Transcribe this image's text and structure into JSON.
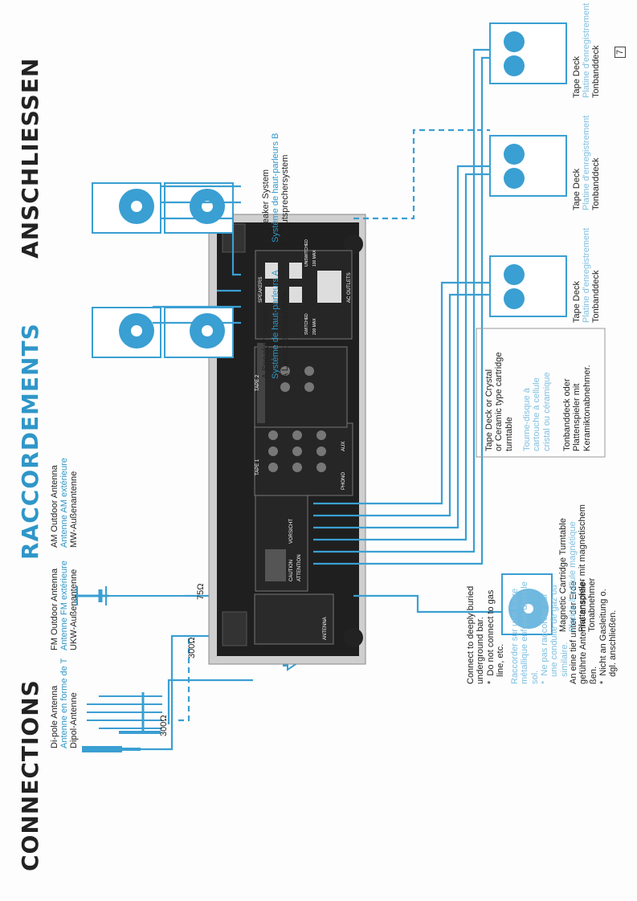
{
  "page_number": "7",
  "titles": {
    "en": "CONNECTIONS",
    "fr": "RACCORDEMENTS",
    "de": "ANSCHLIESSEN"
  },
  "ground_note": {
    "en": "Connect to deeply buried\nunderground bar.\n*  Do not connect to gas\n   line, etc.",
    "fr": "Raccorder sur une barre\nmétallique enfouie dans le\nsol.\n*  Ne pas raccorder sur\n   une conduite de gaz ou\n   similaire.",
    "de": "An eine tief unter der Erde\ngeführte Antenne anschlie-\nßen.\n*  Nicht an Gasleitung o.\n   dgl. anschließen."
  },
  "dipole": {
    "en": "Di-pole Antenna",
    "fr": "Antenne en forme de T",
    "de": "Dipol-Antenne"
  },
  "fm_antenna": {
    "en": "FM Outdoor Antenna",
    "fr": "Antenne FM extérieure",
    "de": "UKW-Außenantenne"
  },
  "am_antenna": {
    "en": "AM Outdoor Antenna",
    "fr": "Antenne AM extérieure",
    "de": "MW-Außenantenne"
  },
  "impedance": {
    "left": "300Ω",
    "mid": "300Ω",
    "right": "75Ω"
  },
  "turntable_magnetic": {
    "en": "Magnetic Cartridge Turntable",
    "fr": "Platine à cellule magnétique",
    "de": "Plattenspieler mit magnetischem\nTonabnehmer"
  },
  "tape_ceramic": {
    "en": "Tape Deck or Crystal\nor Ceramic type cartridge\nturntable",
    "fr": "Tourne-disque à\ncartouche à cellule\ncristal ou céramique",
    "de": "Tonbanddeck oder\nPlattenspieler mit\nKeramiktonabnehmer."
  },
  "speaker_a": {
    "en": "A Speaker System",
    "fr": "Système de haut-parleurs A",
    "de": "A Lautsprechersystem"
  },
  "speaker_b": {
    "en": "B Speaker System",
    "fr": "Système de haut-parleurs B",
    "de": "B Lautsprechersystem"
  },
  "tape_deck": {
    "en": "Tape Deck",
    "fr": "Platine d'enregistrement",
    "de": "Tonbanddeck"
  },
  "panel": {
    "antenna": "ANTENNA",
    "phono": "PHONO",
    "tape1": "TAPE 1",
    "tape2": "TAPE 2",
    "aux": "AUX",
    "caution": "CAUTION",
    "vorsicht": "VORSICHT",
    "attention": "ATTENTION",
    "ac_outlets": "AC OUTLETS",
    "speakers": "SPEAKERS",
    "switched": "SWITCHED",
    "unswitched": "UNSWITCHED",
    "max1": "200 MAX",
    "max2": "100 MAX"
  },
  "colors": {
    "accent": "#2f96c8",
    "light_accent": "#7fbfe0",
    "panel": "#1f1f1f",
    "chassis": "#cfcfcf"
  }
}
